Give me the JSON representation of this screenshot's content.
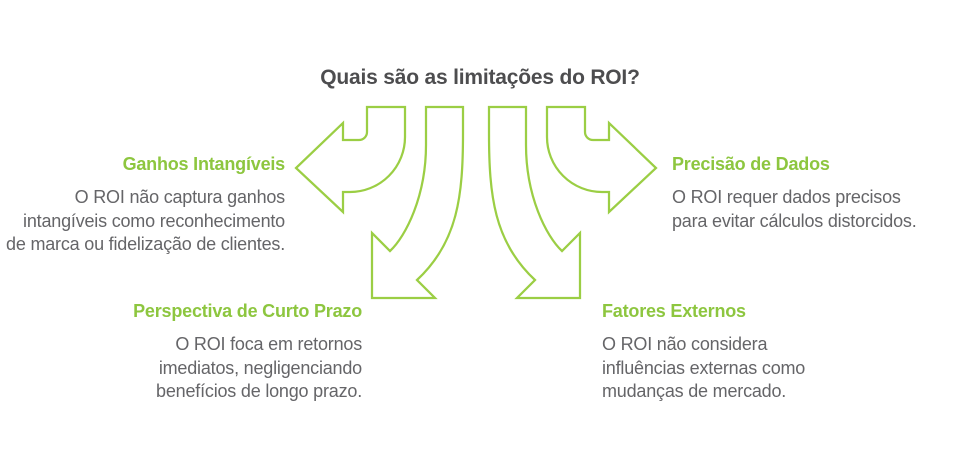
{
  "title": "Quais são as limitações do ROI?",
  "colors": {
    "heading_green": "#8DC63F",
    "arrow_green": "#9BCE44",
    "title_gray": "#4D4D4F",
    "body_gray": "#656568",
    "background": "#FFFFFF"
  },
  "sections": {
    "top_left": {
      "heading": "Ganhos Intangíveis",
      "body": "O ROI não captura ganhos intangíveis como reconhecimento de marca ou fidelização de clientes."
    },
    "top_right": {
      "heading": "Precisão de Dados",
      "body": "O ROI requer dados precisos para evitar cálculos distorcidos."
    },
    "bottom_left": {
      "heading": "Perspectiva de Curto Prazo",
      "body": "O ROI foca em retornos imediatos, negligenciando benefícios de longo prazo."
    },
    "bottom_right": {
      "heading": "Fatores Externos",
      "body": "O ROI não considera influências externas como mudanças de mercado."
    }
  },
  "arrows": {
    "left": "arrow pointing left",
    "down_left": "arrow curving down-left",
    "down_right": "arrow curving down-right",
    "right": "arrow pointing right"
  }
}
